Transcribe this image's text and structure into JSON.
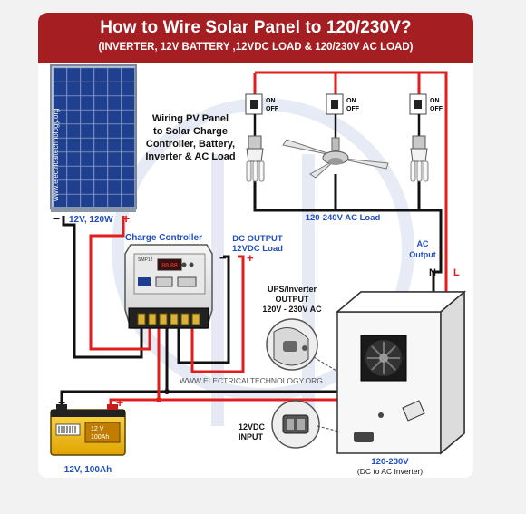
{
  "header": {
    "title": "How to Wire Solar Panel to 120/230V?",
    "subtitle": "(INVERTER, 12V BATTERY ,12VDC LOAD & 120/230V AC LOAD)"
  },
  "panel": {
    "label": "12V, 120W",
    "watermark": "www.electricaltechnology.org",
    "minus": "−",
    "plus": "+"
  },
  "description": [
    "Wiring PV Panel",
    "to Solar Charge",
    "Controller, Battery,",
    "Inverter & AC Load"
  ],
  "switches": {
    "on": "ON",
    "off": "OFF"
  },
  "ac_load": {
    "label": "120-240V AC Load"
  },
  "ac_output": {
    "line1": "AC",
    "line2": "Output",
    "neutral": "N",
    "live": "L"
  },
  "charge_controller": {
    "label": "Charge Controller",
    "display": "88.88",
    "model": "SMP12"
  },
  "dc_output": {
    "line1": "DC OUTPUT",
    "line2": "12VDC Load",
    "minus": "−",
    "plus": "+"
  },
  "ups_output": {
    "line1": "UPS/Inverter",
    "line2": "OUTPUT",
    "line3": "120V - 230V AC"
  },
  "watermark": "WWW.ELECTRICALTECHNOLOGY.ORG",
  "battery": {
    "label": "12V, 100Ah",
    "tag_line1": "12 V",
    "tag_line2": "100Ah",
    "minus": "−",
    "plus": "+"
  },
  "dc_input": {
    "line1": "12VDC",
    "line2": "INPUT"
  },
  "inverter": {
    "line1": "120-230V",
    "line2": "(DC to AC Inverter)"
  }
}
